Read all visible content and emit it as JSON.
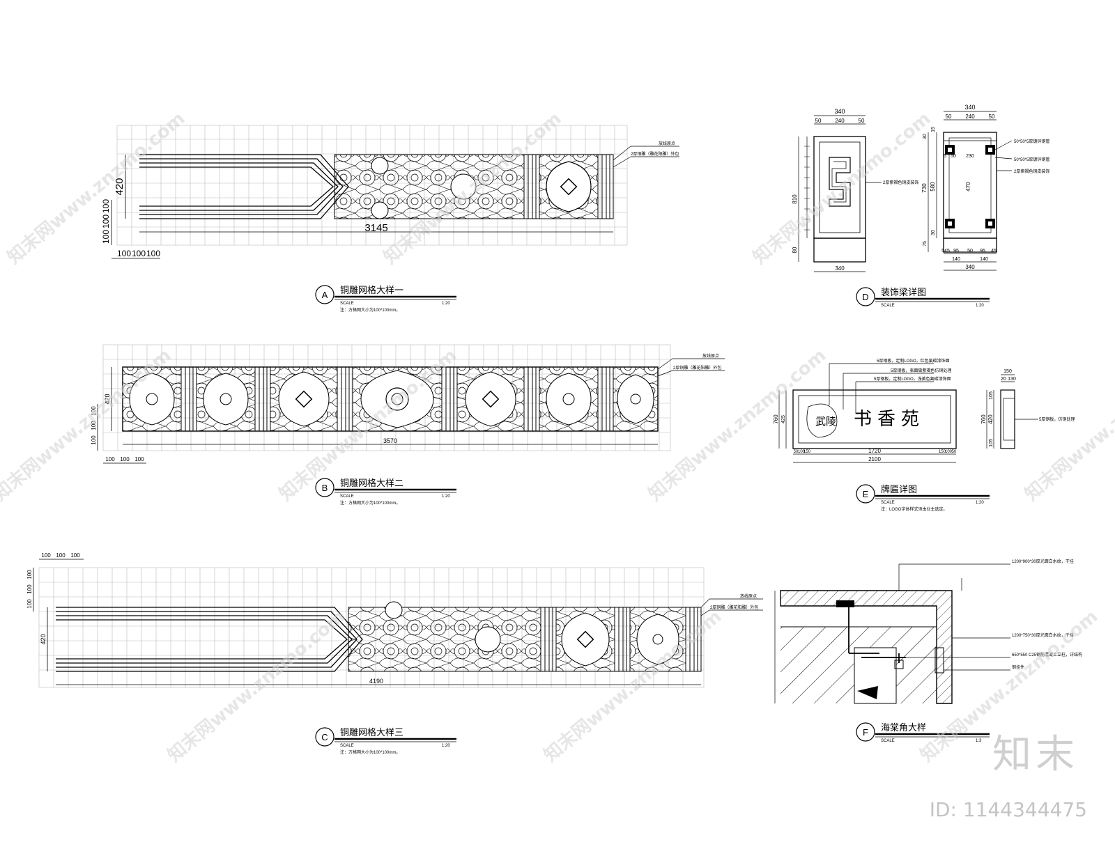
{
  "watermark": {
    "site_text": "知末网www.znzmo.com",
    "brand": "知末",
    "id_text": "ID: 1144344475"
  },
  "common": {
    "scale_word": "SCALE",
    "lofting_origin": "放线原点",
    "copper_wrap": "2厚铜雕（雕花阳雕）外包"
  },
  "details": {
    "A": {
      "letter": "A",
      "title": "铜雕网格大样一",
      "scale": "1:20",
      "note": "注：方格网大小为100*100mm。",
      "dim_total": "3145",
      "dim_height": "420",
      "dim_rows": [
        "100",
        "100",
        "100"
      ],
      "dim_cols": [
        "100",
        "100",
        "100"
      ]
    },
    "B": {
      "letter": "B",
      "title": "铜雕网格大样二",
      "scale": "1:20",
      "note": "注：方格网大小为100*100mm。",
      "dim_total": "3570",
      "dim_height": "420",
      "dim_rows": [
        "100",
        "100",
        "100"
      ],
      "dim_cols": [
        "100",
        "100",
        "100"
      ]
    },
    "C": {
      "letter": "C",
      "title": "铜雕网格大样三",
      "scale": "1:20",
      "note": "注：方格网大小为100*100mm。",
      "dim_total": "4190",
      "dim_height": "420",
      "dim_rows": [
        "100",
        "100",
        "100"
      ],
      "dim_cols": [
        "100",
        "100",
        "100"
      ]
    },
    "D": {
      "letter": "D",
      "title": "装饰梁详图",
      "scale": "1:20",
      "left_top_dims": [
        "340",
        "50",
        "240",
        "50"
      ],
      "left_side_dims": [
        "810",
        "80"
      ],
      "left_bottom_dim": "340",
      "left_label": "2厚紫褐色铜皮装饰",
      "right_top_dims": [
        "340",
        "50",
        "240",
        "50"
      ],
      "right_side_dims": [
        "730",
        "580",
        "470",
        "30",
        "15",
        "75",
        "30",
        "50",
        "230",
        "5"
      ],
      "right_bottom_dims": [
        "545",
        "95",
        "50",
        "95",
        "45",
        "140",
        "140",
        "340"
      ],
      "right_labels": [
        "50*50*5厚镀锌钢管",
        "50*50*5厚镀锌钢管",
        "2厚紫褐色铜皮装饰"
      ]
    },
    "E": {
      "letter": "E",
      "title": "牌匾详图",
      "scale": "1:20",
      "note": "注：LOGO字体样式须由业主选定。",
      "sign_text": "书香苑",
      "logo_text": "武陵",
      "labels": [
        "5厚钢板，定制LOGO，红色氟碳漆饰面",
        "5厚钢板，表面做紫褐色仿铜处理",
        "5厚钢板，定制LOGO，浅黄色氟碳漆饰面"
      ],
      "side_label": "5厚钢板，仿铜处理",
      "dim_width": "2100",
      "dim_inner": "1720",
      "dim_height": "760",
      "dim_mid": "425",
      "dim_small": [
        "50",
        "100",
        "150",
        "150",
        "100",
        "50"
      ],
      "side_dims": [
        "150",
        "20",
        "130",
        "760",
        "420",
        "105",
        "105"
      ]
    },
    "F": {
      "letter": "F",
      "title": "海棠角大样",
      "scale": "1:3",
      "labels": [
        "1200*900*30厚光面白水纹，干挂",
        "1200*750*30厚光面白水纹，干挂",
        "650*550 C25钢筋混凝土立柱，详结构",
        "钢挂件"
      ]
    }
  }
}
